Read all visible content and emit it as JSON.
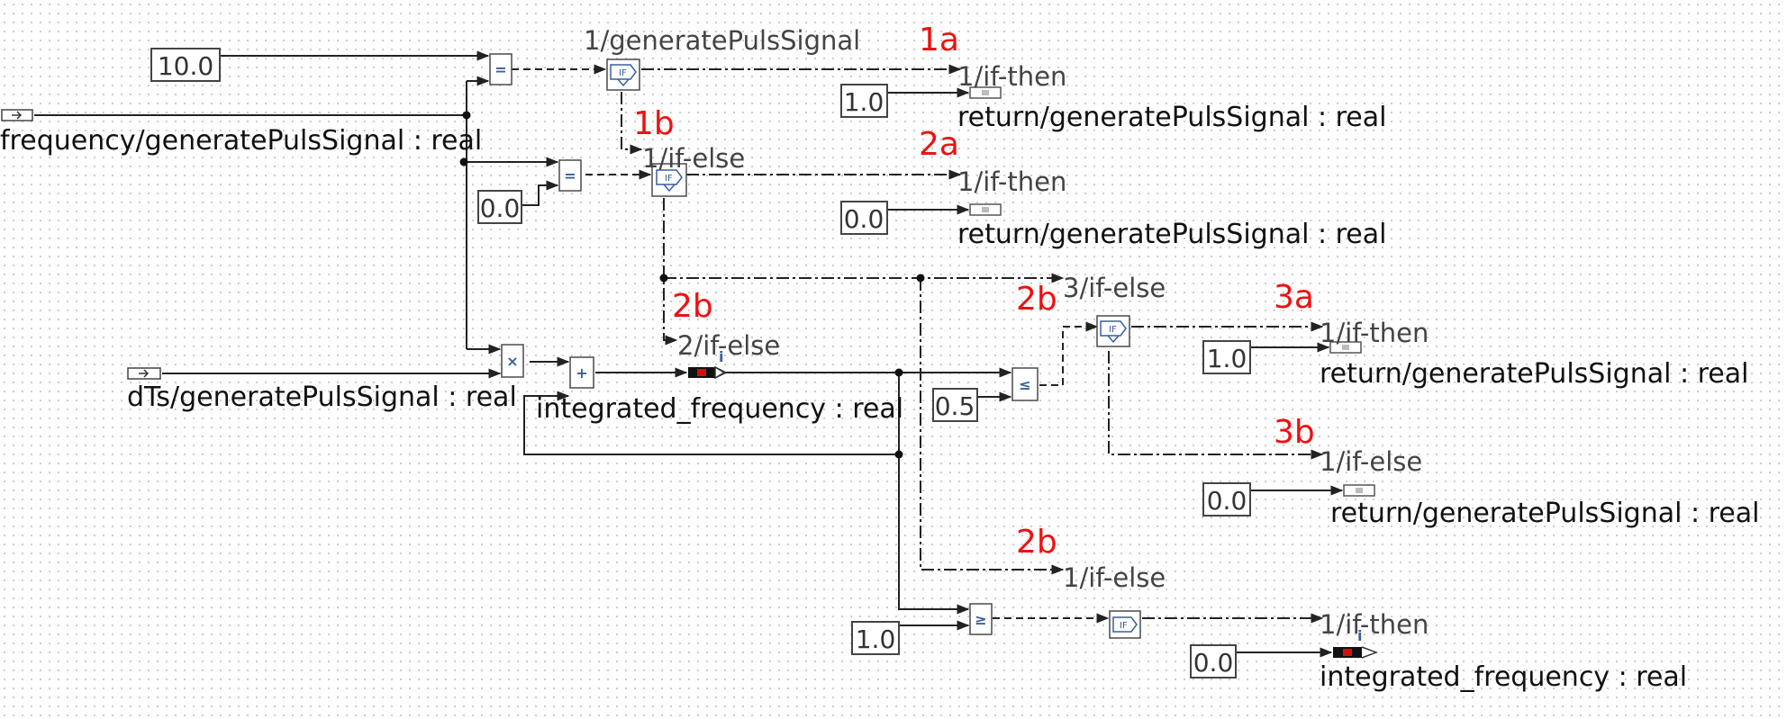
{
  "diagram": {
    "inputs": {
      "frequency": "frequency/generatePulsSignal : real",
      "dts": "dTs/generatePulsSignal : real"
    },
    "constants": {
      "c_10": "10.0",
      "c_0_top": "0.0",
      "c_1_r1": "1.0",
      "c_0_r2": "0.0",
      "c_05": "0.5",
      "c_1_r3": "1.0",
      "c_0_r4": "0.0",
      "c_1_bottom": "1.0",
      "c_0_bottom": "0.0"
    },
    "labels": {
      "gen_puls": "1/generatePulsSignal",
      "if_then_1": "1/if-then",
      "if_else_1": "1/if-else",
      "if_then_2": "1/if-then",
      "if_else_3": "3/if-else",
      "if_else_2": "2/if-else",
      "if_then_3": "1/if-then",
      "if_else_3b": "1/if-else",
      "if_else_2b": "1/if-else",
      "if_then_4": "1/if-then",
      "integrated": "integrated_frequency : real",
      "integrated_out": "integrated_frequency : real",
      "return_1": "return/generatePulsSignal : real",
      "return_2": "return/generatePulsSignal : real",
      "return_3": "return/generatePulsSignal : real",
      "return_4": "return/generatePulsSignal : real"
    },
    "annotations": {
      "a1a": "1a",
      "a1b": "1b",
      "a2a": "2a",
      "a2b_1": "2b",
      "a2b_2": "2b",
      "a3a": "3a",
      "a3b": "3b",
      "a2b_3": "2b"
    },
    "operators": {
      "eq_top": "=",
      "eq_mid": "=",
      "mul": "×",
      "add": "+",
      "le_mid": "≤",
      "le_bottom": "≥",
      "if_1": "IF",
      "if_2": "IF",
      "if_3": "IF",
      "if_4": "IF",
      "info_1": "i",
      "info_2": "i"
    },
    "icons": [
      "input-port-icon",
      "output-port-icon",
      "if-block-icon",
      "variable-store-icon"
    ],
    "colors": {
      "annotation": "#ee1111",
      "variable_marker": "#cc1111",
      "block_outline": "#4a4a4a"
    }
  }
}
